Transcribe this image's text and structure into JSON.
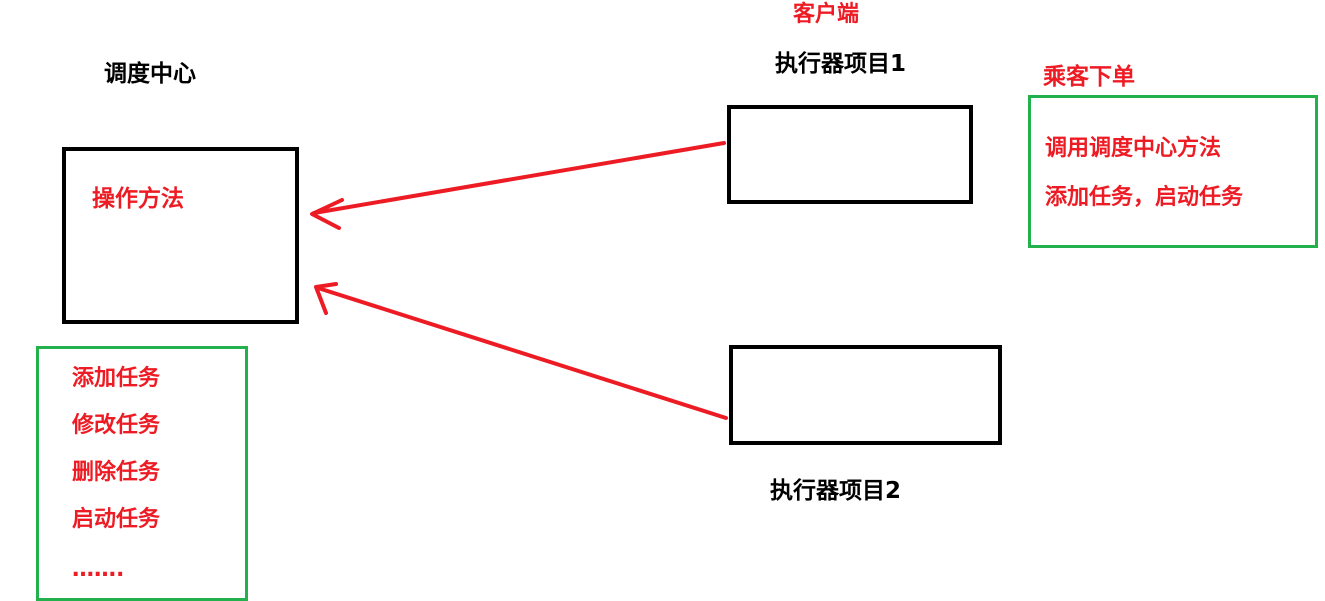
{
  "scheduler": {
    "title": "调度中心",
    "box_label": "操作方法",
    "operations": [
      "添加任务",
      "修改任务",
      "删除任务",
      "启动任务",
      "……."
    ]
  },
  "client": {
    "title": "客户端",
    "executor1_label": "执行器项目1",
    "executor2_label": "执行器项目2"
  },
  "passenger": {
    "title": "乘客下单",
    "lines": [
      "调用调度中心方法",
      "添加任务，启动任务"
    ]
  },
  "colors": {
    "text_black": "#000000",
    "text_red": "#ed1c24",
    "box_black": "#000000",
    "box_green": "#22b14c",
    "arrow": "#ed1c24"
  }
}
